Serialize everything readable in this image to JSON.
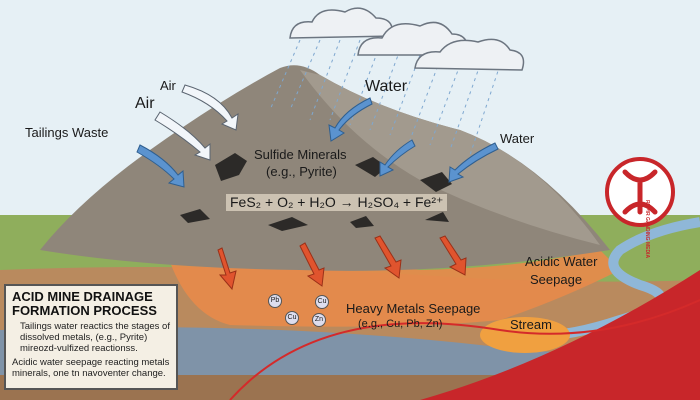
{
  "labels": {
    "air_1": "Air",
    "air_2": "Air",
    "tailings_waste": "Tailings Waste",
    "water_1": "Water",
    "water_2": "Water",
    "sulfide_minerals": "Sulfide Minerals",
    "sulfide_example": "(e.g., Pyrite)",
    "equation": "FeS₂ + O₂ + H₂O → H₂SO₄ + Fe²⁺",
    "acidic_water_seepage_line1": "Acidic Water",
    "acidic_water_seepage_line2": "Seepage",
    "heavy_metals_seepage": "Heavy Metals Seepage",
    "heavy_metals_example": "(e.g., Cu, Pb, Zn)",
    "stream": "Stream"
  },
  "metal_bubbles": [
    "Pb",
    "Cu",
    "Cu",
    "Zn"
  ],
  "info_box": {
    "title_line1": "ACID MINE DRAINAGE",
    "title_line2": "FORMATION PROCESS",
    "paragraph1": "Tailings water reactics the stages of dissolved metals, (e.g., Pyrite) mireozd-vulfized reactionss.",
    "paragraph2": "Acidic water seepage reacting metals minerals, one tn navoventer change."
  },
  "logo": {
    "side_text": "RUPIR GANDING MEDIA"
  },
  "colors": {
    "sky": "#e6f0f5",
    "mountain": "#8f867a",
    "ground": "#8fae5c",
    "seepage": "#e88a4a",
    "groundwater": "#7f93a8",
    "air_arrow": "#f2f6fa",
    "water_arrow": "#5b93cf",
    "acid_arrow": "#e0542e",
    "logo_red": "#c8262a"
  }
}
